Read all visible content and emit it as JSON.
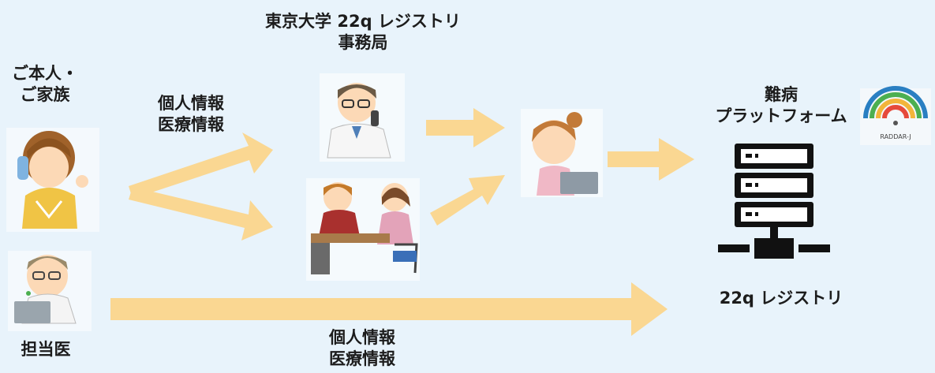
{
  "labels": {
    "patient_family": "ご本人・\nご家族",
    "doctor": "担当医",
    "info_top": "個人情報\n医療情報",
    "info_bottom": "個人情報\n医療情報",
    "secretariat": "東京大学 22q レジストリ\n事務局",
    "platform": "難病\nプラットフォーム",
    "registry": "22q レジストリ"
  },
  "logo": {
    "text": "RADDAR-J"
  },
  "colors": {
    "background": "#e8f3fb",
    "arrow": "#fad792",
    "server": "#111111"
  }
}
